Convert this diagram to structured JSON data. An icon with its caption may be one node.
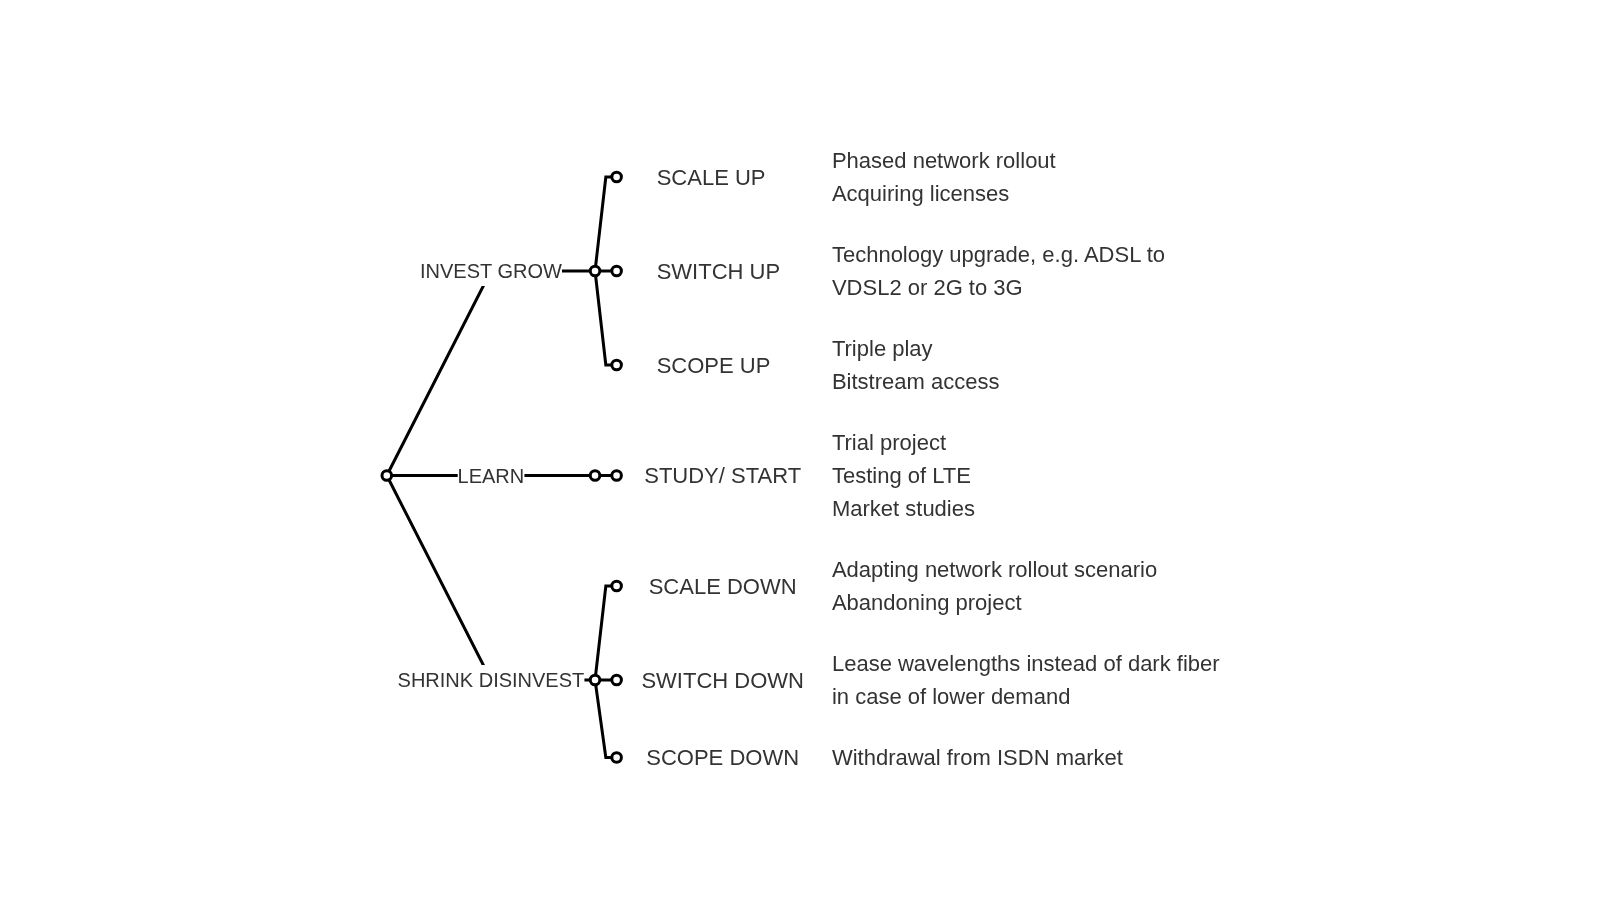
{
  "diagram": {
    "nodes": [
      {
        "text": [],
        "shape": "circle"
      },
      {
        "text": [],
        "shape": "circle"
      },
      {
        "text": [],
        "shape": "circle"
      },
      {
        "text": [],
        "shape": "circle"
      },
      {
        "text": [],
        "shape": "circle",
        "beside": [
          "SCALE UP",
          "Phased network rollout",
          "Acquiring licenses"
        ]
      },
      {
        "text": [],
        "shape": "circle",
        "beside": [
          "SWITCH UP",
          "Technology upgrade, e.g. ADSL to VDSL2 or 2G to 3G"
        ]
      },
      {
        "text": [],
        "shape": "circle",
        "beside": [
          "SCOPE UP",
          "Triple play",
          "Bitstream access"
        ]
      },
      {
        "text": [],
        "shape": "circle",
        "beside": [
          "STUDY/ START",
          "Trial project",
          "Testing of LTE",
          "Market studies"
        ]
      },
      {
        "text": [],
        "shape": "circle",
        "beside": [
          "SCALE DOWN",
          "Adapting network rollout scenario",
          "Abandoning project"
        ]
      },
      {
        "text": [],
        "shape": "circle",
        "beside": [
          "SWITCH DOWN",
          "Lease wavelengths instead of dark fiber in case of lower demand"
        ]
      },
      {
        "text": [],
        "shape": "circle",
        "beside": [
          "SCOPE DOWN",
          "Withdrawal from ISDN market"
        ]
      }
    ],
    "edges": [
      {
        "from": 0,
        "to": 1,
        "arrow": "none",
        "label": "INVEST GROW"
      },
      {
        "from": 0,
        "to": 2,
        "arrow": "none",
        "label": "LEARN"
      },
      {
        "from": 0,
        "to": 3,
        "arrow": "none",
        "label": "SHRINK DISINVEST"
      },
      {
        "from": 1,
        "to": 4,
        "arrow": "none"
      },
      {
        "from": 1,
        "to": 5,
        "arrow": "none"
      },
      {
        "from": 1,
        "to": 6,
        "arrow": "none"
      },
      {
        "from": 2,
        "to": 7,
        "arrow": "none"
      },
      {
        "from": 3,
        "to": 8,
        "arrow": "none"
      },
      {
        "from": 3,
        "to": 9,
        "arrow": "none"
      },
      {
        "from": 3,
        "to": 10,
        "arrow": "none"
      }
    ]
  }
}
